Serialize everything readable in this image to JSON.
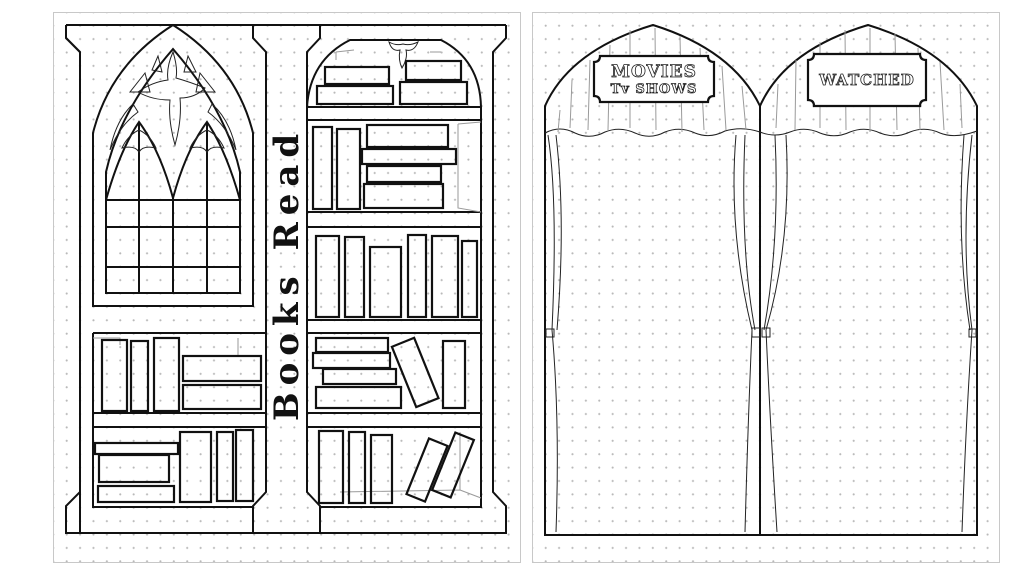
{
  "spread": {
    "left_page": {
      "title": "Books Read",
      "theme": "gothic library bookshelf",
      "elements": [
        "gothic-window",
        "bookshelf-right",
        "bookshelf-lower-left"
      ]
    },
    "right_page": {
      "signs": {
        "movies_line1": "MOVIES",
        "movies_line2": "Tv SHOWS",
        "watched": "WATCHED"
      },
      "theme": "theater curtains in two arches"
    }
  },
  "colors": {
    "ink": "#111111",
    "dot_grid": "#b9b9b9",
    "page_border": "#c8c8c8",
    "paper": "#ffffff"
  }
}
